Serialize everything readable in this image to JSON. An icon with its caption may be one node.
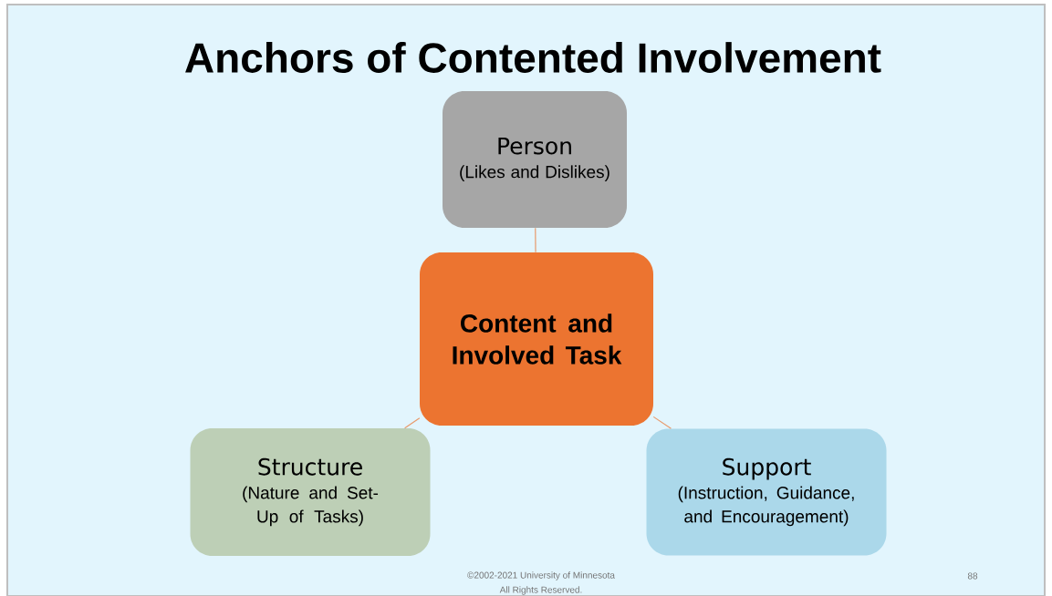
{
  "diagram": {
    "title": "Anchors of Contented Involvement",
    "nodes": [
      {
        "text": [
          "Person",
          "(Likes and Dislikes)"
        ]
      },
      {
        "text": [
          "Content and Involved Task"
        ]
      },
      {
        "text": [
          "Structure",
          "(Nature and Set-Up of Tasks)"
        ]
      },
      {
        "text": [
          "Support",
          "(Instruction, Guidance, and Encouragement)"
        ]
      }
    ],
    "edges": [
      {
        "from": 1,
        "to": 0,
        "arrow": "none"
      },
      {
        "from": 1,
        "to": 2,
        "arrow": "none"
      },
      {
        "from": 1,
        "to": 3,
        "arrow": "none"
      }
    ],
    "labels": [
      "©2002-2021 University of Minnesota",
      "All Rights Reserved.",
      "88"
    ]
  }
}
